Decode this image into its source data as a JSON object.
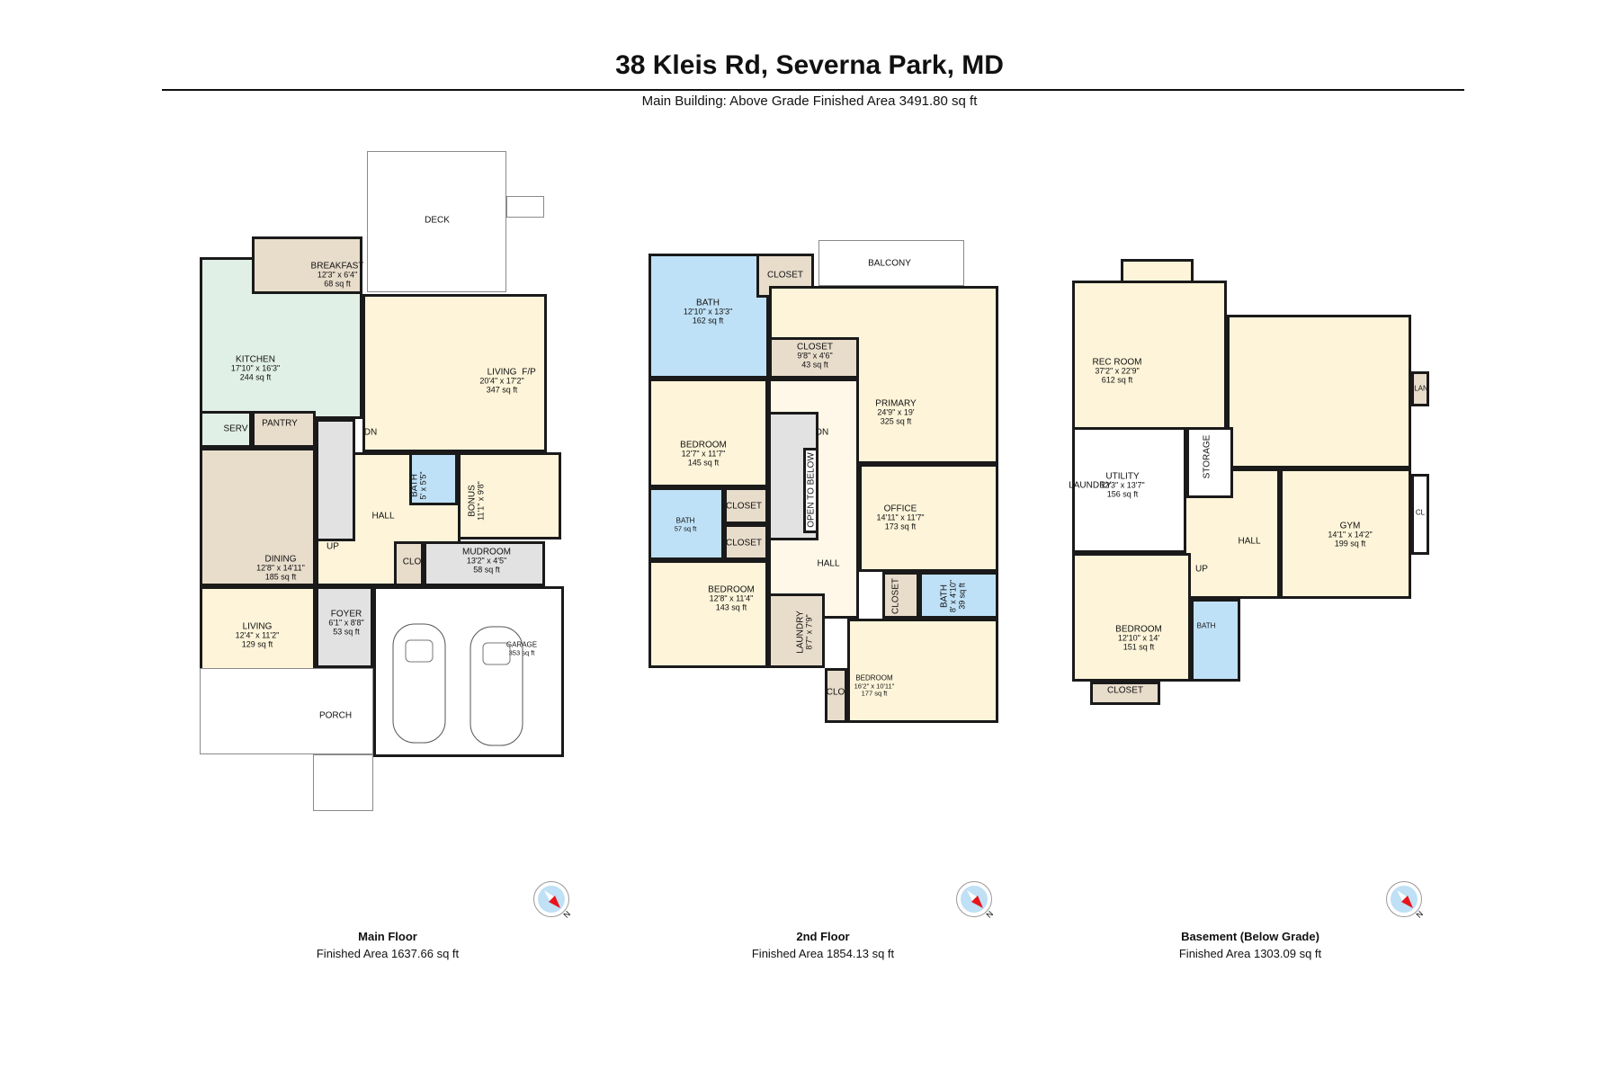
{
  "header": {
    "title": "38 Kleis Rd, Severna Park, MD",
    "subtitle": "Main Building: Above Grade Finished Area 3491.80 sq ft"
  },
  "colors": {
    "cream": "#fdf4d9",
    "tan": "#e8dccb",
    "mint": "#e1f0e6",
    "blue": "#bfe1f7",
    "gray": "#e2e2e2",
    "white": "#ffffff",
    "light": "#fff8e8",
    "wall": "#1a1a1a",
    "window": "#3a9bd1",
    "compass_needle": "#e8141b"
  },
  "floors": [
    {
      "footer_title": "Main Floor",
      "footer_area": "Finished Area 1637.66 sq ft",
      "compass_label": "N",
      "rooms": [
        {
          "name": "DECK",
          "dims": "",
          "area": ""
        },
        {
          "name": "BREAKFAST",
          "dims": "12'3\" x 6'4\"",
          "area": "68 sq ft"
        },
        {
          "name": "KITCHEN",
          "dims": "17'10\" x 16'3\"",
          "area": "244 sq ft"
        },
        {
          "name": "LIVING",
          "dims": "20'4\" x 17'2\"",
          "area": "347 sq ft"
        },
        {
          "name": "F/P",
          "dims": "",
          "area": ""
        },
        {
          "name": "SERV",
          "dims": "",
          "area": ""
        },
        {
          "name": "PANTRY",
          "dims": "",
          "area": ""
        },
        {
          "name": "DN",
          "dims": "",
          "area": ""
        },
        {
          "name": "DINING",
          "dims": "12'8\" x 14'11\"",
          "area": "185 sq ft"
        },
        {
          "name": "HALL",
          "dims": "",
          "area": ""
        },
        {
          "name": "UP",
          "dims": "",
          "area": ""
        },
        {
          "name": "BATH",
          "dims": "5' x 5'5\"",
          "area": ""
        },
        {
          "name": "BONUS",
          "dims": "11'1\" x 9'8\"",
          "area": ""
        },
        {
          "name": "CLO",
          "dims": "",
          "area": ""
        },
        {
          "name": "MUDROOM",
          "dims": "13'2\" x 4'5\"",
          "area": "58 sq ft"
        },
        {
          "name": "LIVING",
          "dims": "12'4\" x 11'2\"",
          "area": "129 sq ft"
        },
        {
          "name": "FOYER",
          "dims": "6'1\" x 8'8\"",
          "area": "53 sq ft"
        },
        {
          "name": "GARAGE",
          "dims": "353 sq ft",
          "area": ""
        },
        {
          "name": "PORCH",
          "dims": "",
          "area": ""
        }
      ]
    },
    {
      "footer_title": "2nd Floor",
      "footer_area": "Finished Area 1854.13 sq ft",
      "compass_label": "N",
      "rooms": [
        {
          "name": "BALCONY",
          "dims": "",
          "area": ""
        },
        {
          "name": "BATH",
          "dims": "12'10\" x 13'3\"",
          "area": "162 sq ft"
        },
        {
          "name": "CLOSET",
          "dims": "",
          "area": ""
        },
        {
          "name": "PRIMARY",
          "dims": "24'9\" x 19'",
          "area": "325 sq ft"
        },
        {
          "name": "CLOSET",
          "dims": "9'8\" x 4'6\"",
          "area": "43 sq ft"
        },
        {
          "name": "BEDROOM",
          "dims": "12'7\" x 11'7\"",
          "area": "145 sq ft"
        },
        {
          "name": "DN",
          "dims": "",
          "area": ""
        },
        {
          "name": "OPEN TO BELOW",
          "dims": "",
          "area": ""
        },
        {
          "name": "BATH",
          "dims": "57 sq ft",
          "area": ""
        },
        {
          "name": "CLOSET",
          "dims": "",
          "area": ""
        },
        {
          "name": "CLOSET",
          "dims": "",
          "area": ""
        },
        {
          "name": "OFFICE",
          "dims": "14'11\" x 11'7\"",
          "area": "173 sq ft"
        },
        {
          "name": "HALL",
          "dims": "",
          "area": ""
        },
        {
          "name": "BEDROOM",
          "dims": "12'8\" x 11'4\"",
          "area": "143 sq ft"
        },
        {
          "name": "LAUNDRY",
          "dims": "8'7\" x 7'9\"",
          "area": ""
        },
        {
          "name": "CLOSET",
          "dims": "",
          "area": ""
        },
        {
          "name": "BATH",
          "dims": "8' x 4'10\"",
          "area": "39 sq ft"
        },
        {
          "name": "BEDROOM",
          "dims": "16'2\" x 10'11\"",
          "area": "177 sq ft"
        },
        {
          "name": "CLO",
          "dims": "",
          "area": ""
        }
      ]
    },
    {
      "footer_title": "Basement (Below Grade)",
      "footer_area": "Finished Area 1303.09 sq ft",
      "compass_label": "N",
      "rooms": [
        {
          "name": "REC ROOM",
          "dims": "37'2\" x 22'9\"",
          "area": "612 sq ft"
        },
        {
          "name": "LAN",
          "dims": "",
          "area": ""
        },
        {
          "name": "UTILITY",
          "dims": "12'3\" x 13'7\"",
          "area": "156 sq ft"
        },
        {
          "name": "LAUNDRY",
          "dims": "",
          "area": ""
        },
        {
          "name": "STORAGE",
          "dims": "",
          "area": ""
        },
        {
          "name": "HALL",
          "dims": "",
          "area": ""
        },
        {
          "name": "UP",
          "dims": "",
          "area": ""
        },
        {
          "name": "GYM",
          "dims": "14'1\" x 14'2\"",
          "area": "199 sq ft"
        },
        {
          "name": "CL",
          "dims": "",
          "area": ""
        },
        {
          "name": "BEDROOM",
          "dims": "12'10\" x 14'",
          "area": "151 sq ft"
        },
        {
          "name": "BATH",
          "dims": "",
          "area": ""
        },
        {
          "name": "CLOSET",
          "dims": "",
          "area": ""
        }
      ]
    }
  ]
}
